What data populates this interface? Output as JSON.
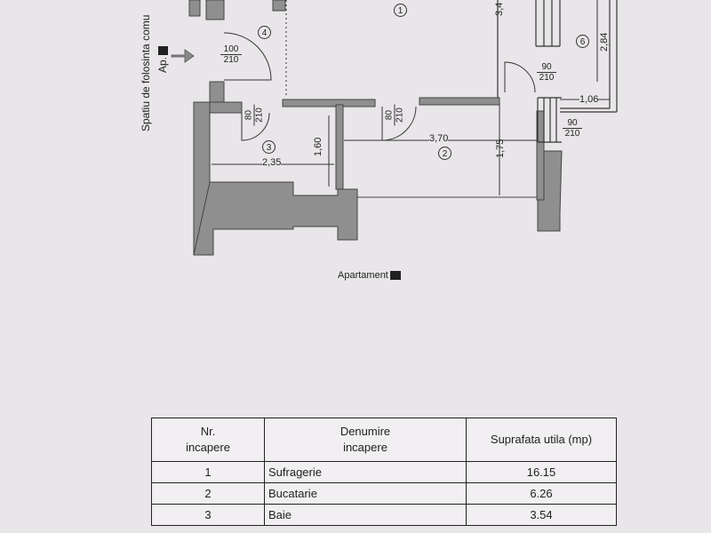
{
  "plan": {
    "rooms": [
      {
        "num": "1"
      },
      {
        "num": "2"
      },
      {
        "num": "3"
      },
      {
        "num": "4"
      },
      {
        "num": "6"
      }
    ],
    "doors": [
      {
        "w": "100",
        "h": "210"
      },
      {
        "w": "80",
        "h": "210"
      },
      {
        "w": "80",
        "h": "210"
      },
      {
        "w": "90",
        "h": "210"
      },
      {
        "w": "90",
        "h": "210"
      }
    ],
    "dims": {
      "d1": "3,70",
      "d2": "1,75",
      "d3": "2,35",
      "d4": "1,60",
      "d5": "3,4",
      "d6": "2,84",
      "d7": "1,06"
    },
    "side_text": "Spatiu de folosinta comu",
    "apt_label": "Ap.",
    "caption": "Apartament"
  },
  "table": {
    "headers": [
      "Nr.\nincapere",
      "Denumire\nincapere",
      "Suprafata utila (mp)"
    ],
    "rows": [
      {
        "nr": "1",
        "name": "Sufragerie",
        "area": "16.15"
      },
      {
        "nr": "2",
        "name": "Bucatarie",
        "area": "6.26"
      },
      {
        "nr": "3",
        "name": "Baie",
        "area": "3.54"
      }
    ]
  },
  "colors": {
    "wall": "#8a8a8a",
    "line": "#333333",
    "paper": "#e9e6e9"
  }
}
